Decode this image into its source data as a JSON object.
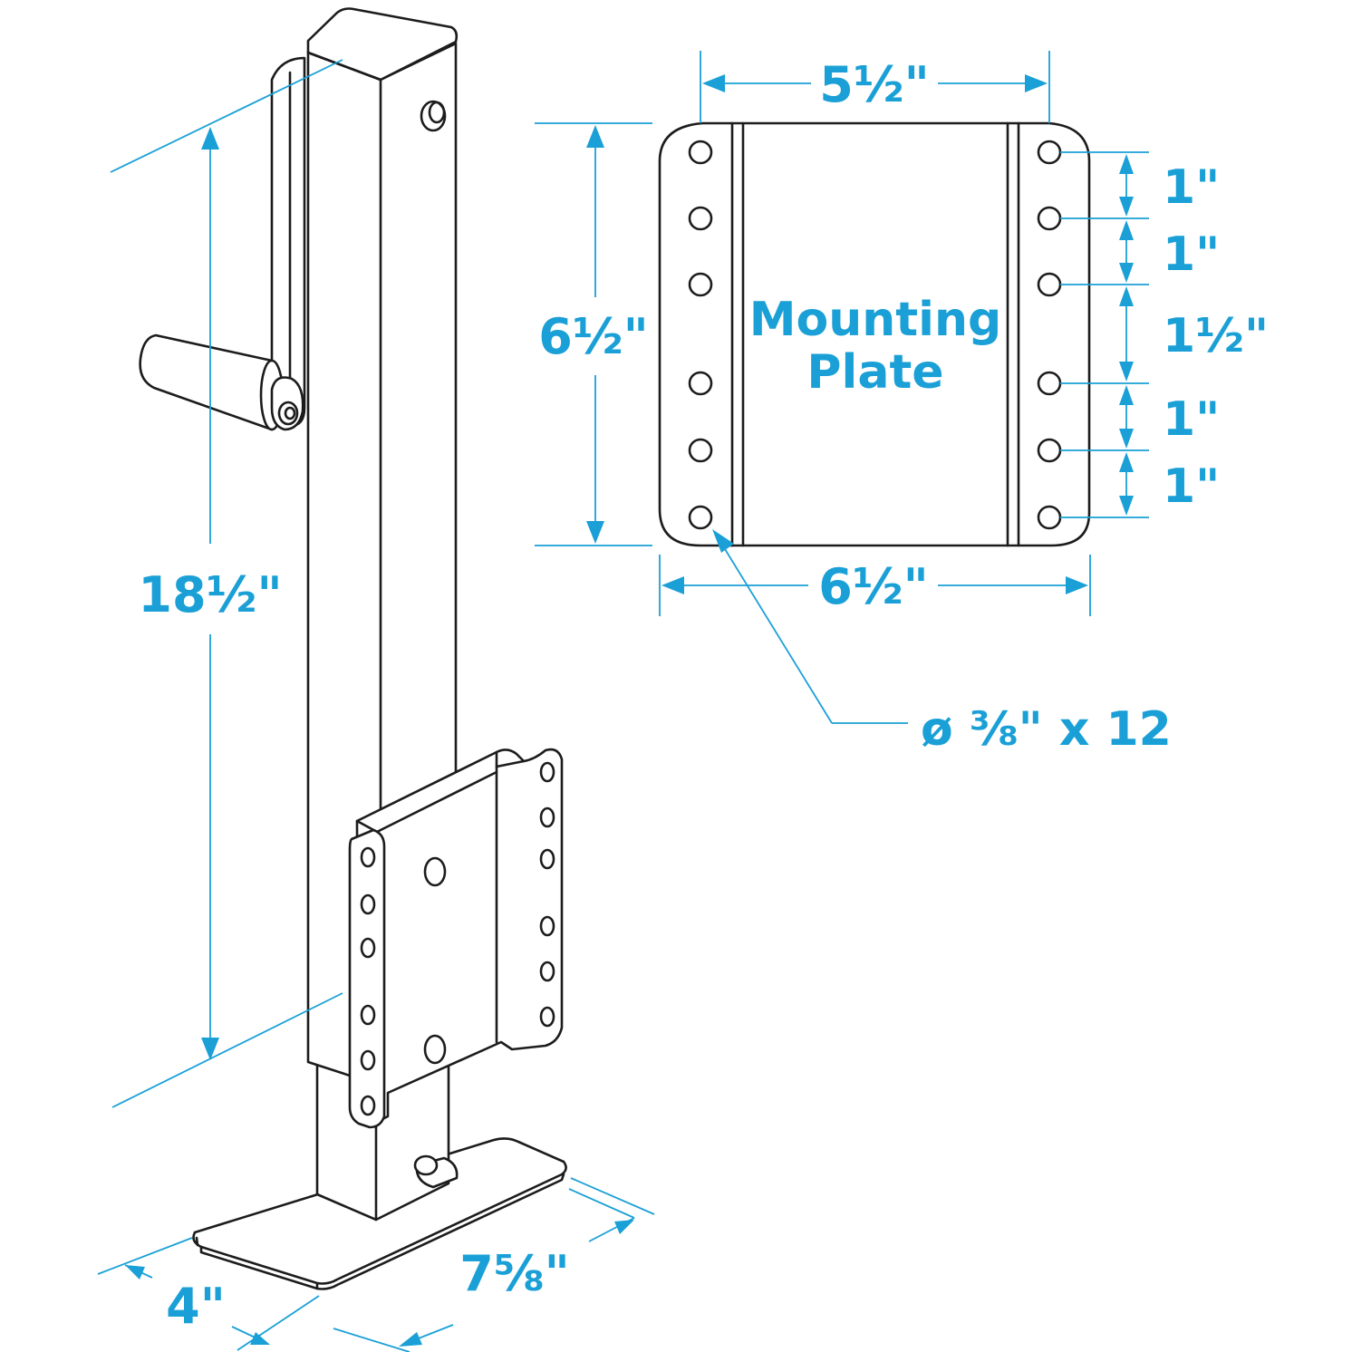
{
  "colors": {
    "ink": "#1c1c1c",
    "dimension": "#1aa0d6",
    "background": "#ffffff"
  },
  "plate": {
    "label_line1": "Mounting",
    "label_line2": "Plate"
  },
  "dimensions": {
    "plate_top_width": "5½\"",
    "plate_height": "6½\"",
    "plate_bottom_width": "6½\"",
    "hole_spacing_1": "1\"",
    "hole_spacing_2": "1\"",
    "hole_spacing_3": "1½\"",
    "hole_spacing_4": "1\"",
    "hole_spacing_5": "1\"",
    "hole_callout": "ø ⅜\" x 12",
    "jack_height": "18½\"",
    "foot_width": "4\"",
    "foot_length": "7⅝\""
  }
}
